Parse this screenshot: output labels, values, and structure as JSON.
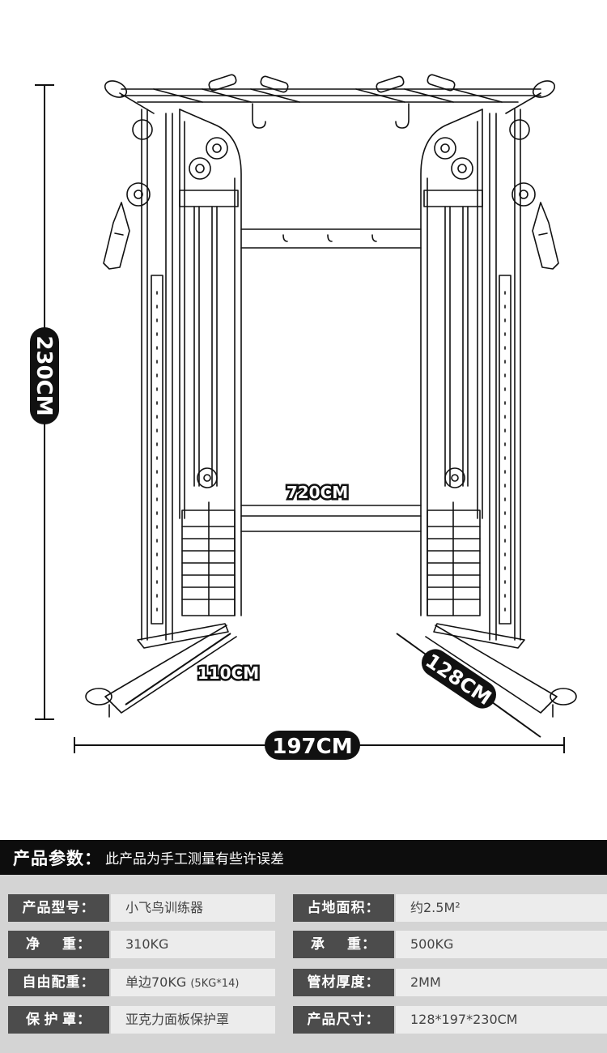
{
  "dimensions": {
    "height": "230CM",
    "width": "197CM",
    "inner": "720CM",
    "depth_left": "110CM",
    "depth_right": "128CM"
  },
  "header": {
    "title": "产品参数：",
    "note": "此产品为手工测量有些许误差"
  },
  "specs": [
    {
      "label": "产品型号：",
      "value": "小飞鸟训练器",
      "label2": "占地面积：",
      "value2": "约2.5M²"
    },
    {
      "label_chars": [
        "净",
        "重："
      ],
      "value": "310KG",
      "label2_chars": [
        "承",
        "重："
      ],
      "value2": "500KG"
    },
    {
      "label": "自由配重：",
      "value": "单边70KG",
      "value_note": "(5KG*14)",
      "label2": "管材厚度：",
      "value2": "2MM"
    },
    {
      "label_chars": [
        "保",
        "护",
        "罩："
      ],
      "value": "亚克力面板保护罩",
      "label2": "产品尺寸：",
      "value2": "128*197*230CM"
    }
  ]
}
